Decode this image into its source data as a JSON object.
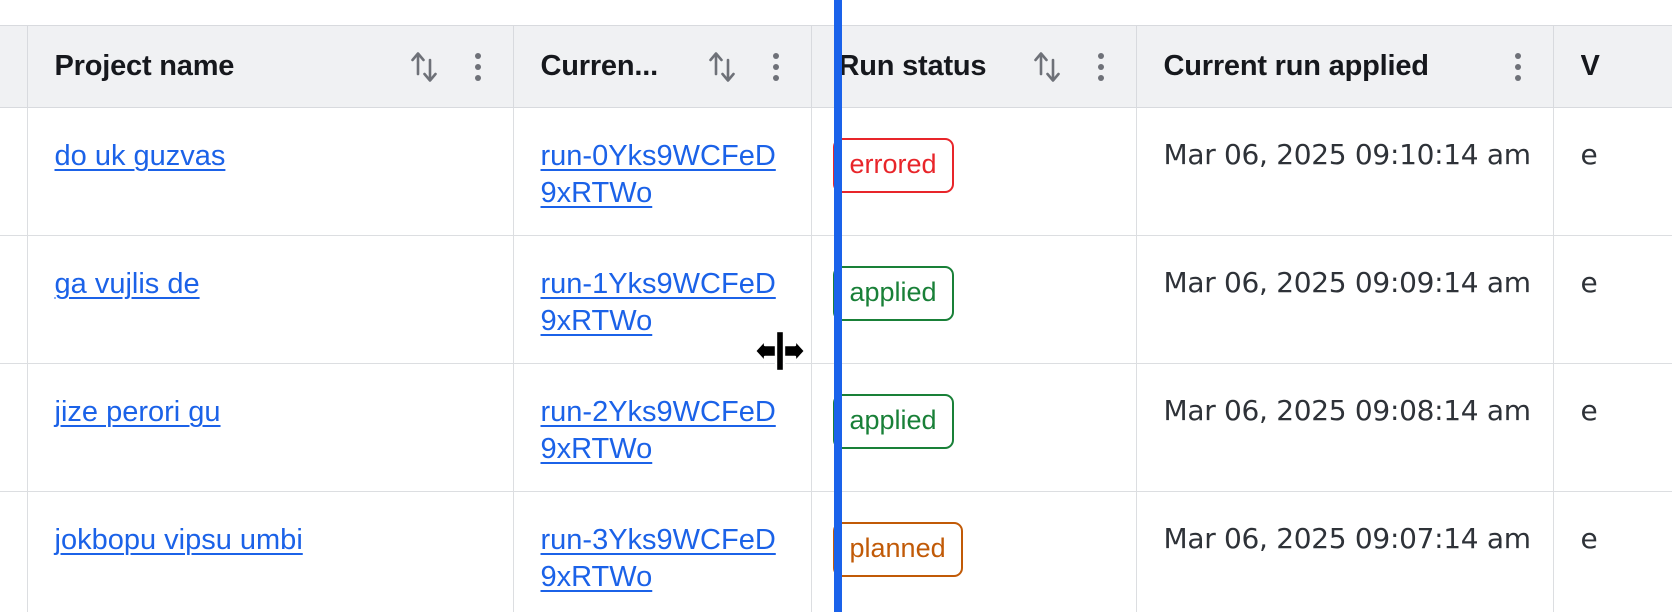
{
  "table": {
    "columns": [
      {
        "key": "select",
        "label": "",
        "has_sort": false,
        "has_menu": false
      },
      {
        "key": "project",
        "label": "Project name",
        "has_sort": true,
        "has_menu": true
      },
      {
        "key": "currun",
        "label": "Curren...",
        "has_sort": true,
        "has_menu": true
      },
      {
        "key": "status",
        "label": "Run status",
        "has_sort": true,
        "has_menu": true
      },
      {
        "key": "applied",
        "label": "Current run applied",
        "has_sort": false,
        "has_menu": true
      },
      {
        "key": "vcs",
        "label": "V",
        "has_sort": false,
        "has_menu": false
      }
    ],
    "rows": [
      {
        "project_name": "do uk guzvas",
        "current_run": "run-0Yks9WCFeD9xRTWo",
        "run_status": "errored",
        "current_run_applied": "Mar 06, 2025 09:10:14 am",
        "vcs": "e"
      },
      {
        "project_name": "ga vujlis de",
        "current_run": "run-1Yks9WCFeD9xRTWo",
        "run_status": "applied",
        "current_run_applied": "Mar 06, 2025 09:09:14 am",
        "vcs": "e"
      },
      {
        "project_name": "jize perori gu",
        "current_run": "run-2Yks9WCFeD9xRTWo",
        "run_status": "applied",
        "current_run_applied": "Mar 06, 2025 09:08:14 am",
        "vcs": "e"
      },
      {
        "project_name": "jokbopu vipsu umbi",
        "current_run": "run-3Yks9WCFeD9xRTWo",
        "run_status": "planned",
        "current_run_applied": "Mar 06, 2025 09:07:14 am",
        "vcs": "e"
      }
    ]
  },
  "interaction": {
    "column_resize_active": true,
    "resize_guide_color": "#1a62ea",
    "cursor": "col-resize-cursor"
  },
  "colors": {
    "link": "#1b62e8",
    "header_bg": "#f0f1f3",
    "border": "#dcdee1",
    "status_errored": "#e8252a",
    "status_applied": "#198038",
    "status_planned": "#c15a07"
  },
  "icons": {
    "sort": "sort-ascending-descending-icon",
    "menu": "kebab-menu-icon"
  }
}
